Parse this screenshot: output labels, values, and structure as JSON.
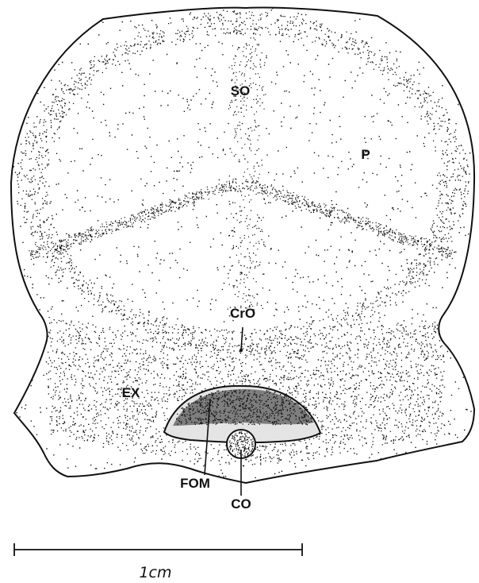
{
  "labels": {
    "so": "SO",
    "p": "P",
    "cro": "CrO",
    "ex": "EX",
    "fom": "FOM",
    "co": "CO"
  },
  "scale_bar": {
    "label": "1cm"
  },
  "colors": {
    "ink": "#111111",
    "background": "#ffffff"
  }
}
